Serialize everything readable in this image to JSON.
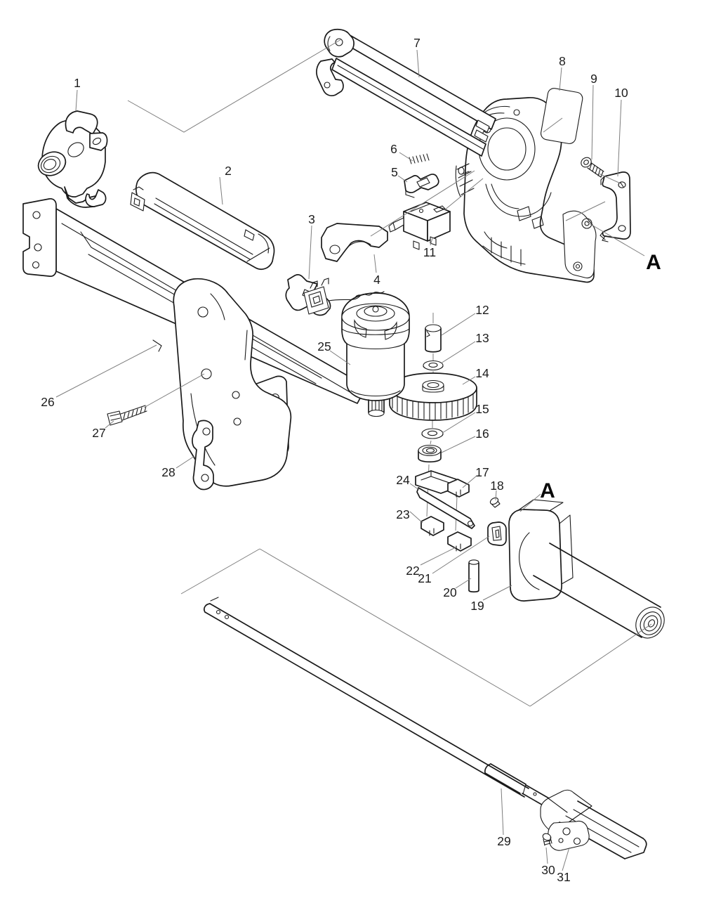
{
  "diagram": {
    "type": "exploded-parts-diagram",
    "background_color": "#ffffff",
    "line_color": "#1a1a1a",
    "callout_line_color": "#7d7d7d",
    "part_count": 31,
    "labels": [
      {
        "id": "part-1",
        "text": "1"
      },
      {
        "id": "part-2",
        "text": "2"
      },
      {
        "id": "part-3",
        "text": "3"
      },
      {
        "id": "part-4",
        "text": "4"
      },
      {
        "id": "part-5",
        "text": "5"
      },
      {
        "id": "part-6",
        "text": "6"
      },
      {
        "id": "part-7",
        "text": "7"
      },
      {
        "id": "part-8",
        "text": "8"
      },
      {
        "id": "part-9",
        "text": "9"
      },
      {
        "id": "part-10",
        "text": "10"
      },
      {
        "id": "part-11",
        "text": "11"
      },
      {
        "id": "part-12",
        "text": "12"
      },
      {
        "id": "part-13",
        "text": "13"
      },
      {
        "id": "part-14",
        "text": "14"
      },
      {
        "id": "part-15",
        "text": "15"
      },
      {
        "id": "part-16",
        "text": "16"
      },
      {
        "id": "part-17",
        "text": "17"
      },
      {
        "id": "part-18",
        "text": "18"
      },
      {
        "id": "part-19",
        "text": "19"
      },
      {
        "id": "part-20",
        "text": "20"
      },
      {
        "id": "part-21",
        "text": "21"
      },
      {
        "id": "part-22",
        "text": "22"
      },
      {
        "id": "part-23",
        "text": "23"
      },
      {
        "id": "part-24",
        "text": "24"
      },
      {
        "id": "part-25",
        "text": "25"
      },
      {
        "id": "part-26",
        "text": "26"
      },
      {
        "id": "part-27",
        "text": "27"
      },
      {
        "id": "part-28",
        "text": "28"
      },
      {
        "id": "part-29",
        "text": "29"
      },
      {
        "id": "part-30",
        "text": "30"
      },
      {
        "id": "part-31",
        "text": "31"
      },
      {
        "id": "view-a-top",
        "text": "A"
      },
      {
        "id": "view-a-mid",
        "text": "A"
      }
    ]
  }
}
